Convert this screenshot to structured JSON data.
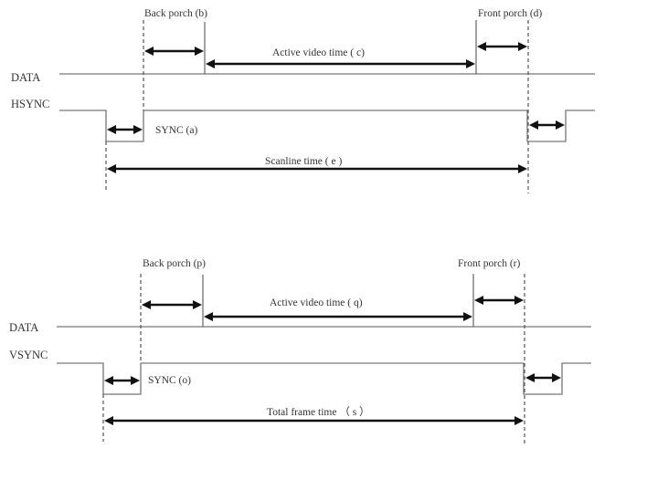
{
  "colors": {
    "background": "#ffffff",
    "waveform": "#777777",
    "arrow": "#111111",
    "text": "#333333"
  },
  "diagrams": [
    {
      "id": "horizontal",
      "signals": {
        "data": "DATA",
        "sync": "HSYNC"
      },
      "labels": {
        "back_porch": "Back porch (b)",
        "active": "Active video time ( c)",
        "front_porch": "Front porch (d)",
        "sync": "SYNC (a)",
        "total": "Scanline time ( e )"
      }
    },
    {
      "id": "vertical",
      "signals": {
        "data": "DATA",
        "sync": "VSYNC"
      },
      "labels": {
        "back_porch": "Back porch (p)",
        "active": "Active video time ( q)",
        "front_porch": "Front porch (r)",
        "sync": "SYNC (o)",
        "total": "Total frame time （ s ）"
      }
    }
  ]
}
